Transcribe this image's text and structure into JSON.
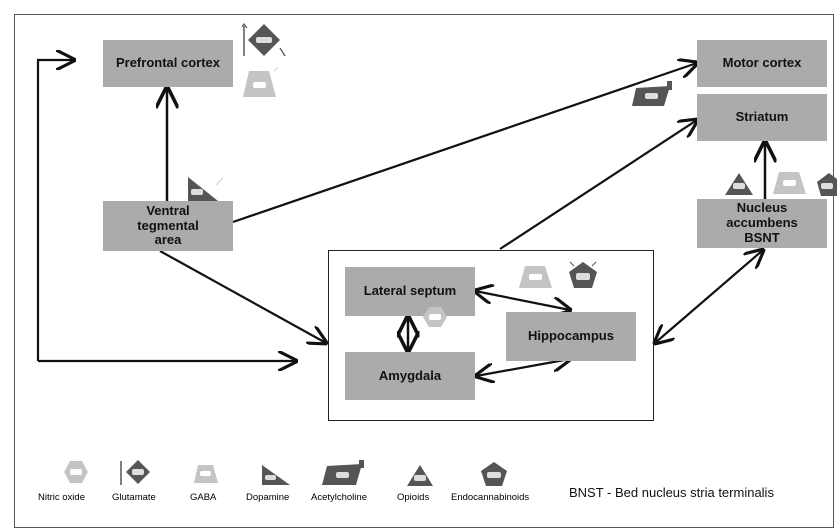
{
  "nodes": {
    "prefrontal_cortex": "Prefrontal cortex",
    "motor_cortex": "Motor cortex",
    "striatum": "Striatum",
    "ventral_tegmental_area": "Ventral\ntegmental\narea",
    "nucleus_accumbens": "Nucleus\naccumbens\nBSNT",
    "lateral_septum": "Lateral septum",
    "hippocampus": "Hippocampus",
    "amygdala": "Amygdala"
  },
  "legend": {
    "nitric_oxide": "Nitric oxide",
    "glutamate": "Glutamate",
    "gaba": "GABA",
    "dopamine": "Dopamine",
    "acetylcholine": "Acetylcholine",
    "opioids": "Opioids",
    "endocannabinoids": "Endocannabinoids"
  },
  "footnote": "BNST - Bed nucleus stria terminalis",
  "colors": {
    "node_fill": "#ababab",
    "icon_dark": "#555555",
    "icon_light": "#c4c4c4"
  }
}
